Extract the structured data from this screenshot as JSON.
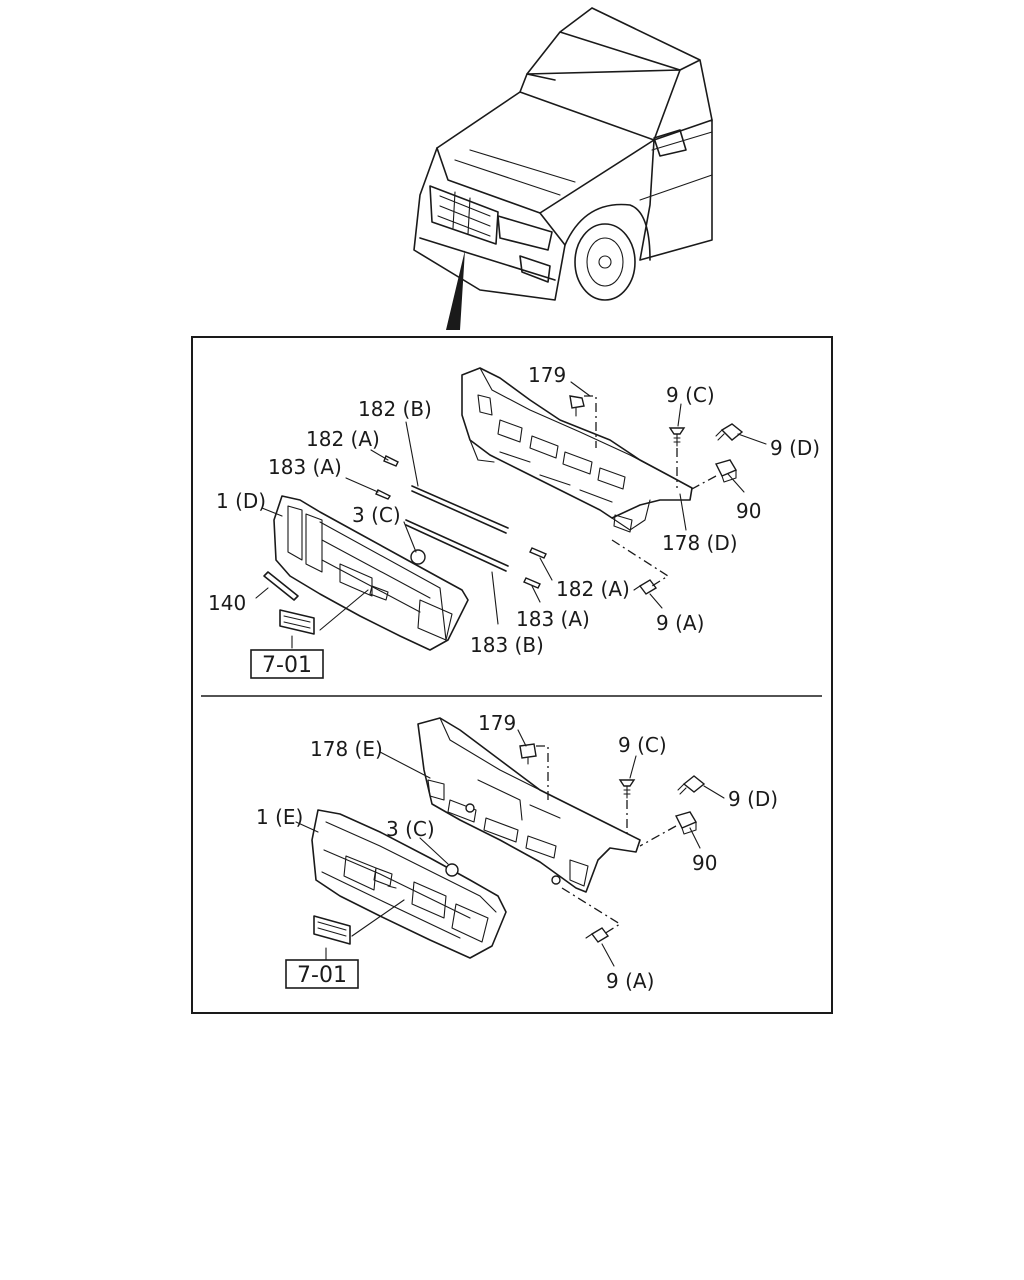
{
  "diagram": {
    "top": {
      "labels": {
        "p179": "179",
        "p9c": "9 (C)",
        "p9d": "9 (D)",
        "p182b": "182 (B)",
        "p182a_left": "182 (A)",
        "p183a_left": "183 (A)",
        "p1d": "1 (D)",
        "p3c": "3 (C)",
        "p90": "90",
        "p178d": "178 (D)",
        "p140": "140",
        "p182a_right": "182 (A)",
        "p183a_right": "183 (A)",
        "p9a": "9 (A)",
        "p183b": "183 (B)"
      },
      "ref_box": "7-01"
    },
    "bottom": {
      "labels": {
        "p179": "179",
        "p178e": "178 (E)",
        "p9c": "9 (C)",
        "p9d": "9 (D)",
        "p1e": "1 (E)",
        "p3c": "3 (C)",
        "p90": "90",
        "p9a": "9 (A)"
      },
      "ref_box": "7-01"
    }
  }
}
